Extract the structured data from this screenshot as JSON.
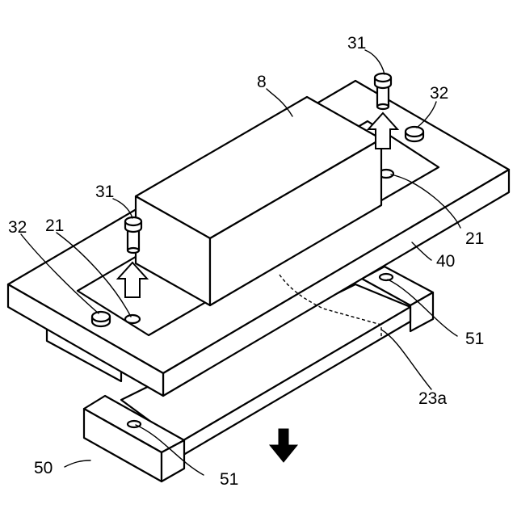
{
  "labels": {
    "block": "8",
    "plate": "40",
    "base": "50",
    "bolt_left": "31",
    "bolt_right": "31",
    "washer_left": "32",
    "washer_right": "32",
    "hole_left": "21",
    "hole_right": "21",
    "base_hole_right": "51",
    "base_hole_front": "51",
    "hidden_outline": "23a"
  }
}
